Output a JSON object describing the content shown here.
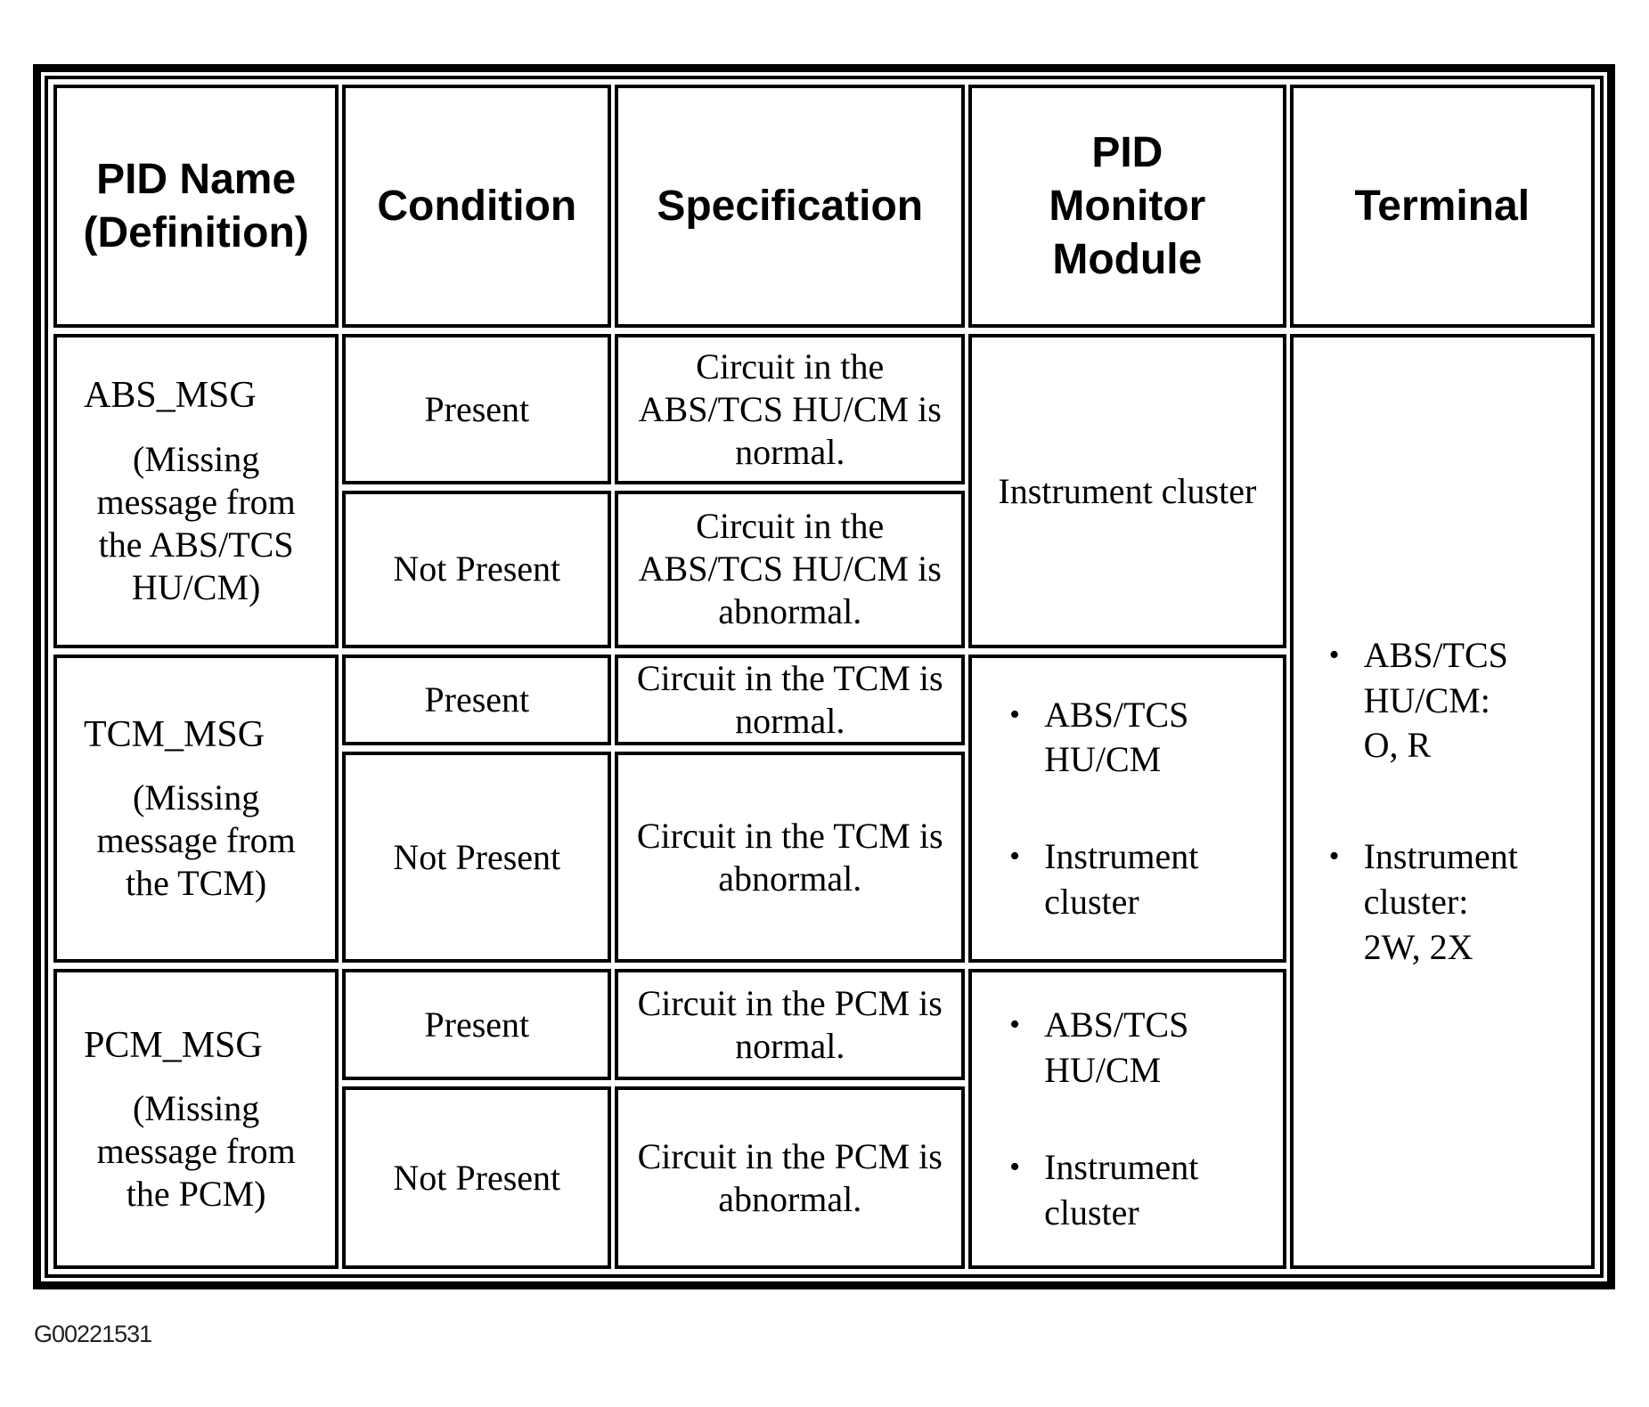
{
  "caption": "G00221531",
  "icons": {
    "bullet": "•"
  },
  "colors": {
    "ink": "#000000",
    "paper": "#ffffff"
  },
  "table": {
    "headers": [
      "PID Name\n(Definition)",
      "Condition",
      "Specification",
      "PID\nMonitor\nModule",
      "Terminal"
    ],
    "rows": [
      {
        "pid_name": "ABS_MSG",
        "definition": "(Missing message from the ABS/TCS HU/CM)",
        "conditions": [
          {
            "condition": "Present",
            "specification": "Circuit in the ABS/TCS HU/CM is normal."
          },
          {
            "condition": "Not Present",
            "specification": "Circuit in the ABS/TCS HU/CM is abnormal."
          }
        ],
        "monitor_modules": [
          "Instrument cluster"
        ]
      },
      {
        "pid_name": "TCM_MSG",
        "definition": "(Missing message from the TCM)",
        "conditions": [
          {
            "condition": "Present",
            "specification": "Circuit in the TCM is normal."
          },
          {
            "condition": "Not Present",
            "specification": "Circuit in the TCM is abnormal."
          }
        ],
        "monitor_modules": [
          "ABS/TCS\nHU/CM",
          "Instrument\ncluster"
        ]
      },
      {
        "pid_name": "PCM_MSG",
        "definition": "(Missing message from the PCM)",
        "conditions": [
          {
            "condition": "Present",
            "specification": "Circuit in the PCM is normal."
          },
          {
            "condition": "Not Present",
            "specification": "Circuit in the PCM is abnormal."
          }
        ],
        "monitor_modules": [
          "ABS/TCS\nHU/CM",
          "Instrument\ncluster"
        ]
      }
    ],
    "terminal_items": [
      "ABS/TCS\nHU/CM:\nO, R",
      "Instrument\ncluster:\n2W, 2X"
    ]
  }
}
